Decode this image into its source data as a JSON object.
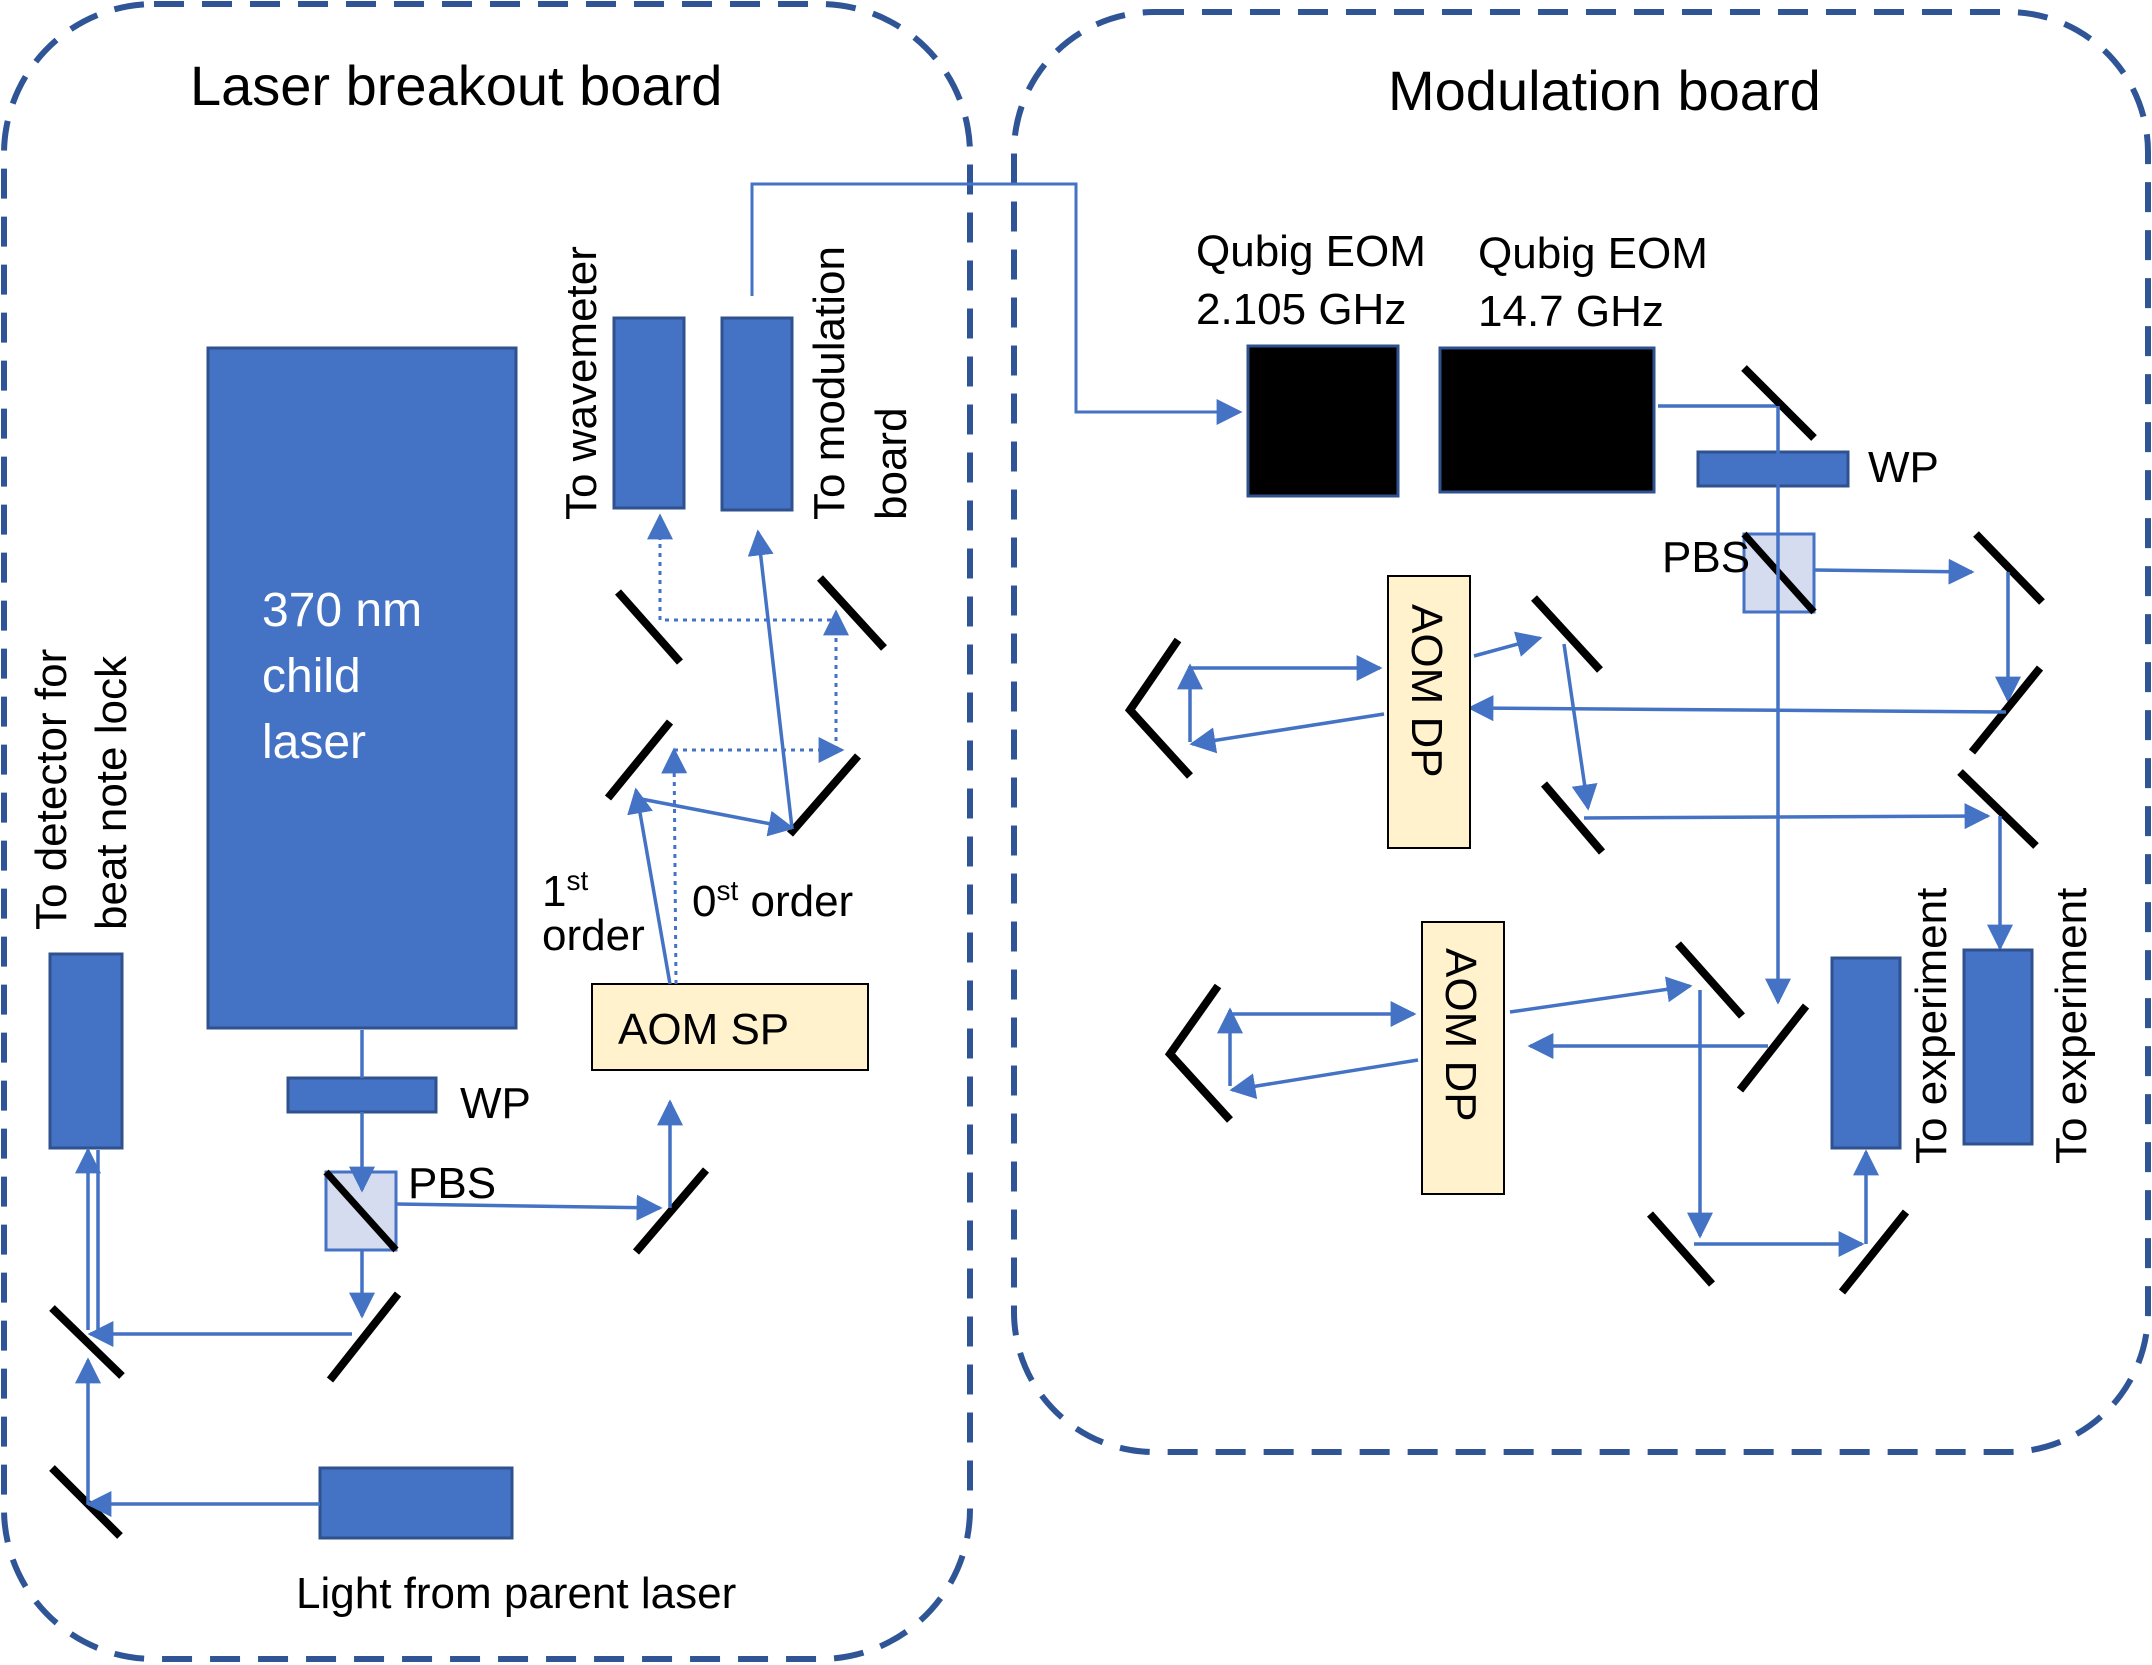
{
  "boards": {
    "left_title": "Laser breakout board",
    "right_title": "Modulation board"
  },
  "left": {
    "laser_line1": "370 nm",
    "laser_line2": "child",
    "laser_line3": "laser",
    "wp": "WP",
    "pbs": "PBS",
    "aom_sp": "AOM SP",
    "order1_num": "1",
    "order1_sup": "st",
    "order1_word": "order",
    "order0_num": "0",
    "order0_sup": "st",
    "order0_word": " order",
    "to_wavemeter": "To wavemeter",
    "to_modulation_line1": "To modulation",
    "to_modulation_line2": "board",
    "to_detector_line1": "To detector for",
    "to_detector_line2": "beat note lock",
    "parent_light": "Light from parent laser"
  },
  "right": {
    "eom1_line1": "Qubig  EOM",
    "eom1_line2": "2.105 GHz",
    "eom2_line1": "Qubig  EOM",
    "eom2_line2": "14.7 GHz",
    "wp": "WP",
    "pbs": "PBS",
    "aom_dp_1": "AOM DP",
    "aom_dp_2": "AOM DP",
    "to_experiment_1": "To experiment",
    "to_experiment_2": "To experiment"
  },
  "colors": {
    "beam": "#4472C4",
    "component_fill": "#4472C4",
    "component_stroke": "#2F528F",
    "aom_fill": "#FFF2CC",
    "pbs_fill": "#D6DCF0",
    "eom_fill": "#000000",
    "board_border": "#2F5597",
    "mirror": "#000000"
  }
}
